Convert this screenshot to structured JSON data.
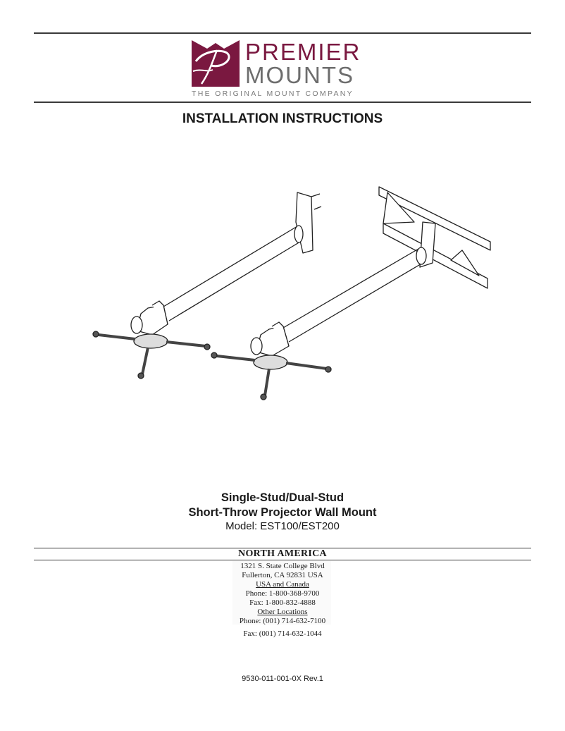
{
  "header": {
    "brand_line1": "PREMIER",
    "brand_line2": "MOUNTS",
    "tagline": "THE ORIGINAL MOUNT COMPANY",
    "brand_color": "#7a1840",
    "logo_icon": "premier-p-monogram"
  },
  "document": {
    "title": "INSTALLATION INSTRUCTIONS",
    "illustration": "two short-throw projector wall mounts (single-stud and dual-stud)",
    "product_line1": "Single-Stud/Dual-Stud",
    "product_line2": "Short-Throw Projector Wall Mount",
    "model": "Model: EST100/EST200"
  },
  "contact": {
    "region": "NORTH AMERICA",
    "address_line1": "1321 S. State College Blvd",
    "address_line2": "Fullerton, CA 92831 USA",
    "usa_canada_label": "USA and Canada",
    "usa_phone": "Phone: 1-800-368-9700",
    "usa_fax": "Fax: 1-800-832-4888",
    "other_label": "Other Locations",
    "other_phone": "Phone: (001) 714-632-7100",
    "other_fax": "Fax: (001) 714-632-1044"
  },
  "footer": {
    "doc_number": "9530-011-001-0X Rev.1"
  }
}
